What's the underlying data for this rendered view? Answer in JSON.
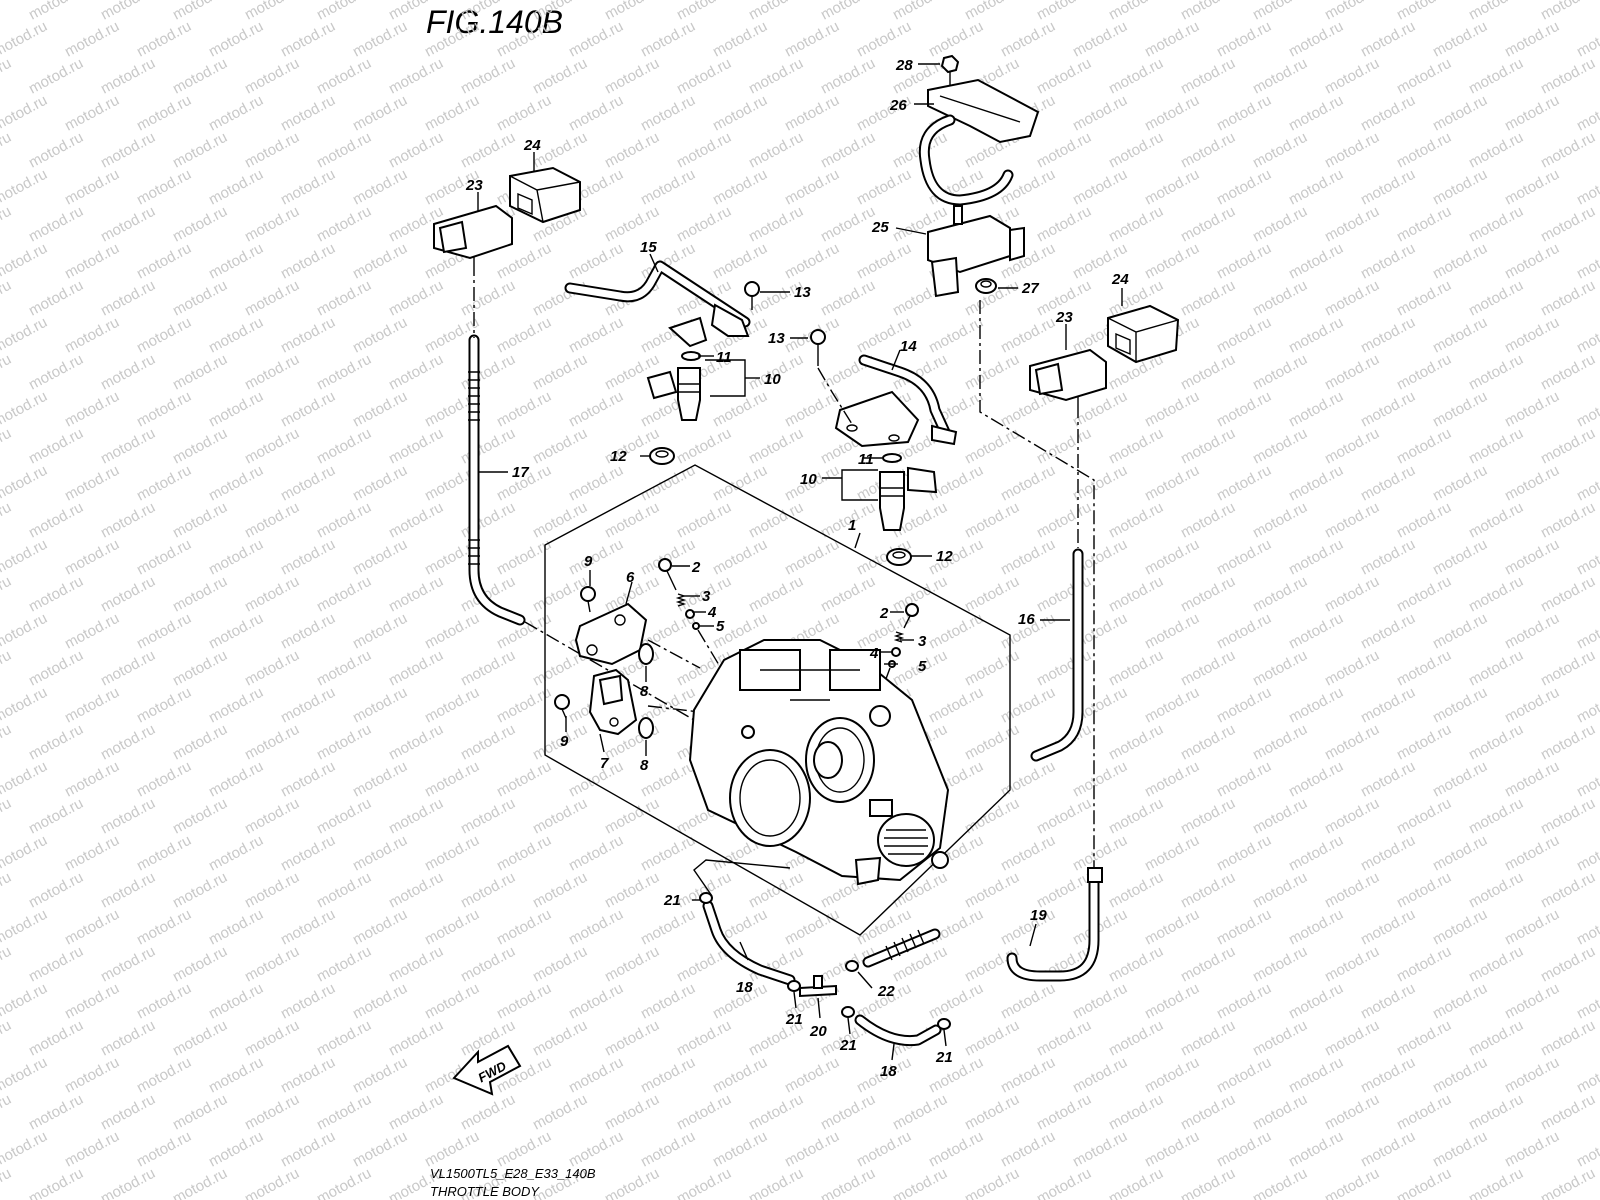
{
  "figure": {
    "title": "FIG.140B",
    "model_code": "VL1500TL5_E28_E33_140B",
    "name": "THROTTLE BODY"
  },
  "watermark": "motod.ru",
  "fwd_label": "FWD",
  "callouts": [
    {
      "id": "c28",
      "label": "28"
    },
    {
      "id": "c26",
      "label": "26"
    },
    {
      "id": "c24a",
      "label": "24"
    },
    {
      "id": "c23a",
      "label": "23"
    },
    {
      "id": "c15",
      "label": "15"
    },
    {
      "id": "c13a",
      "label": "13"
    },
    {
      "id": "c25",
      "label": "25"
    },
    {
      "id": "c27",
      "label": "27"
    },
    {
      "id": "c24b",
      "label": "24"
    },
    {
      "id": "c23b",
      "label": "23"
    },
    {
      "id": "c13b",
      "label": "13"
    },
    {
      "id": "c14",
      "label": "14"
    },
    {
      "id": "c11a",
      "label": "11"
    },
    {
      "id": "c10a",
      "label": "10"
    },
    {
      "id": "c12a",
      "label": "12"
    },
    {
      "id": "c17",
      "label": "17"
    },
    {
      "id": "c11b",
      "label": "11"
    },
    {
      "id": "c10b",
      "label": "10"
    },
    {
      "id": "c1",
      "label": "1"
    },
    {
      "id": "c12b",
      "label": "12"
    },
    {
      "id": "c9a",
      "label": "9"
    },
    {
      "id": "c2a",
      "label": "2"
    },
    {
      "id": "c6",
      "label": "6"
    },
    {
      "id": "c3a",
      "label": "3"
    },
    {
      "id": "c4a",
      "label": "4"
    },
    {
      "id": "c5a",
      "label": "5"
    },
    {
      "id": "c2b",
      "label": "2"
    },
    {
      "id": "c3b",
      "label": "3"
    },
    {
      "id": "c4b",
      "label": "4"
    },
    {
      "id": "c5b",
      "label": "5"
    },
    {
      "id": "c16",
      "label": "16"
    },
    {
      "id": "c8a",
      "label": "8"
    },
    {
      "id": "c9b",
      "label": "9"
    },
    {
      "id": "c7",
      "label": "7"
    },
    {
      "id": "c8b",
      "label": "8"
    },
    {
      "id": "c21a",
      "label": "21"
    },
    {
      "id": "c19",
      "label": "19"
    },
    {
      "id": "c18a",
      "label": "18"
    },
    {
      "id": "c22",
      "label": "22"
    },
    {
      "id": "c21b",
      "label": "21"
    },
    {
      "id": "c20",
      "label": "20"
    },
    {
      "id": "c21c",
      "label": "21"
    },
    {
      "id": "c21d",
      "label": "21"
    },
    {
      "id": "c18b",
      "label": "18"
    }
  ]
}
